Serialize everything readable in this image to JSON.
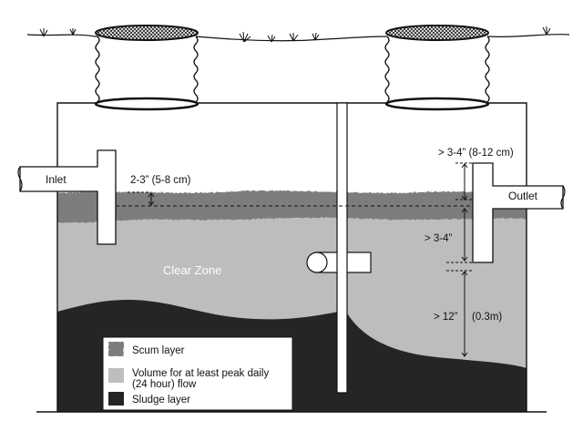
{
  "labels": {
    "inlet": "Inlet",
    "outlet": "Outlet",
    "clear_zone": "Clear Zone",
    "inlet_gap": "2-3” (5-8 cm)",
    "outlet_top": "> 3-4” (8-12 cm)",
    "outlet_mid": "> 3-4”",
    "sludge_clearance": "> 12”",
    "sludge_clearance_metric": "(0.3m)"
  },
  "legend": {
    "items": [
      {
        "label_lines": [
          "Scum layer"
        ],
        "color": "#7d7d7d"
      },
      {
        "label_lines": [
          "Volume for at least peak daily",
          "(24 hour) flow"
        ],
        "color": "#bdbdbd"
      },
      {
        "label_lines": [
          "Sludge layer"
        ],
        "color": "#252525"
      }
    ]
  },
  "colors": {
    "scum": "#7d7d7d",
    "clear_zone": "#bdbdbd",
    "sludge": "#252525",
    "outline": "#111111",
    "background": "#ffffff"
  }
}
